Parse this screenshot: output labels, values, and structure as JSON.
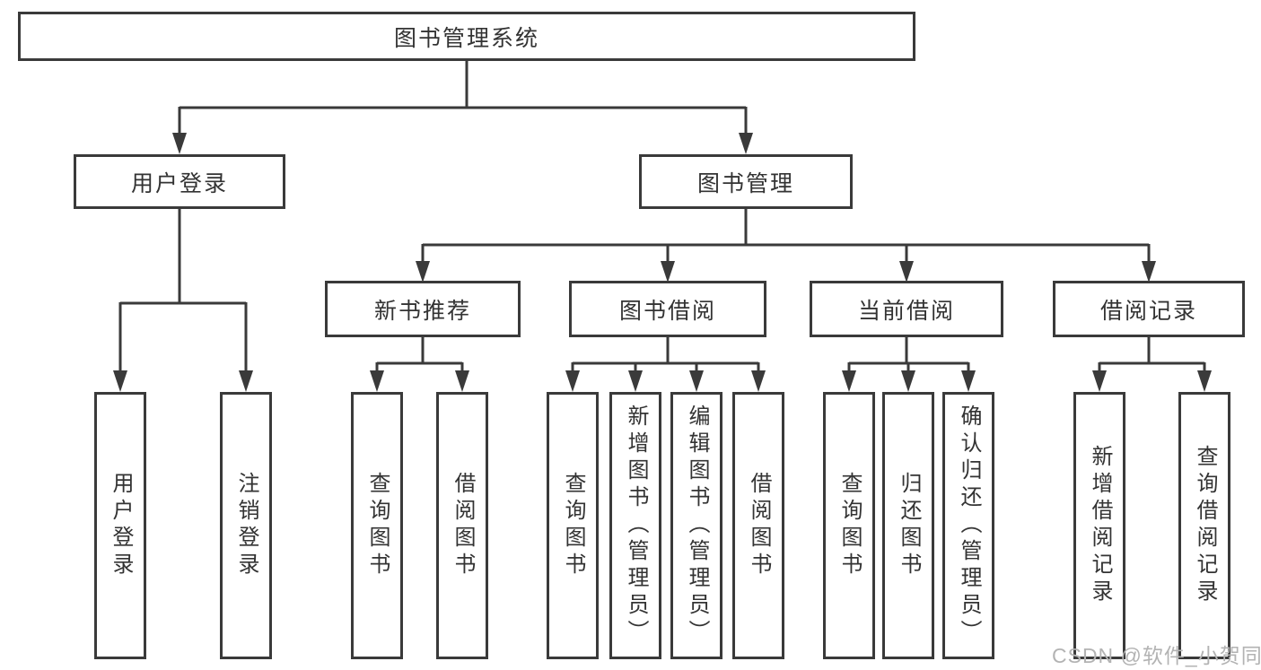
{
  "diagram_type": "tree-flowchart",
  "colors": {
    "background": "#ffffff",
    "line": "#3a3a3a",
    "box_border": "#3a3a3a",
    "box_fill": "#ffffff",
    "text": "#333333",
    "watermark": "#b3b3b3"
  },
  "tree": {
    "root": {
      "label": "图书管理系统",
      "children": [
        {
          "label": "用户登录",
          "children": [
            {
              "label": "用户登录"
            },
            {
              "label": "注销登录"
            }
          ]
        },
        {
          "label": "图书管理",
          "children": [
            {
              "label": "新书推荐",
              "children": [
                {
                  "label": "查询图书"
                },
                {
                  "label": "借阅图书"
                }
              ]
            },
            {
              "label": "图书借阅",
              "children": [
                {
                  "label": "查询图书"
                },
                {
                  "label": "新增图书（管理员）"
                },
                {
                  "label": "编辑图书（管理员）"
                },
                {
                  "label": "借阅图书"
                }
              ]
            },
            {
              "label": "当前借阅",
              "children": [
                {
                  "label": "查询图书"
                },
                {
                  "label": "归还图书"
                },
                {
                  "label": "确认归还（管理员）"
                }
              ]
            },
            {
              "label": "借阅记录",
              "children": [
                {
                  "label": "新增借阅记录"
                },
                {
                  "label": "查询借阅记录"
                }
              ]
            }
          ]
        }
      ]
    }
  },
  "watermark": "CSDN @软件_小贺同学"
}
